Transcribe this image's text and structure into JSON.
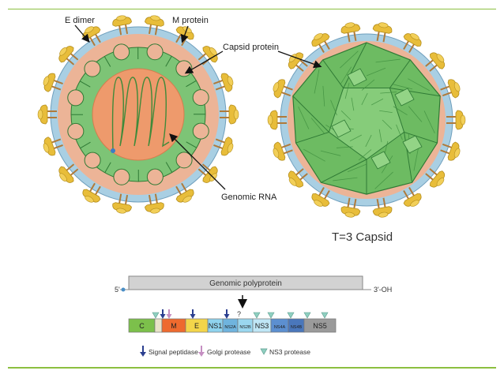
{
  "labels": {
    "e_dimer": "E dimer",
    "m_protein": "M protein",
    "capsid_protein": "Capsid protein",
    "genomic_rna": "Genomic RNA",
    "t3_capsid": "T=3 Capsid"
  },
  "genome": {
    "polyprotein_label": "Genomic polyprotein",
    "five_prime": "5'",
    "three_prime": "3'-OH",
    "question": "?",
    "segments": [
      {
        "label": "C",
        "color": "#7cc04b"
      },
      {
        "label": "",
        "color": "#e9e3c8"
      },
      {
        "label": "M",
        "color": "#ee6a2e"
      },
      {
        "label": "E",
        "color": "#f3d54a"
      },
      {
        "label": "NS1",
        "color": "#8fd3ee"
      },
      {
        "label": "NS2A",
        "color": "#6fb4de"
      },
      {
        "label": "NS2B",
        "color": "#9ad7ef"
      },
      {
        "label": "NS3",
        "color": "#bfe6f5"
      },
      {
        "label": "NS4A",
        "color": "#5c8fd0"
      },
      {
        "label": "NS4B",
        "color": "#4a77bb"
      },
      {
        "label": "NS5",
        "color": "#9a9a9a"
      }
    ]
  },
  "legend": {
    "signal_peptidase": "Signal peptidase",
    "golgi_protease": "Golgi protease",
    "ns3_protease": "NS3 protease"
  },
  "colors": {
    "membrane": "#a9cfe3",
    "lipid": "#ecb497",
    "capsid_green": "#7dc476",
    "capsid_dark": "#2f7a35",
    "e_dimer": "#e8bd3a",
    "rule": "#8cbf3f"
  }
}
